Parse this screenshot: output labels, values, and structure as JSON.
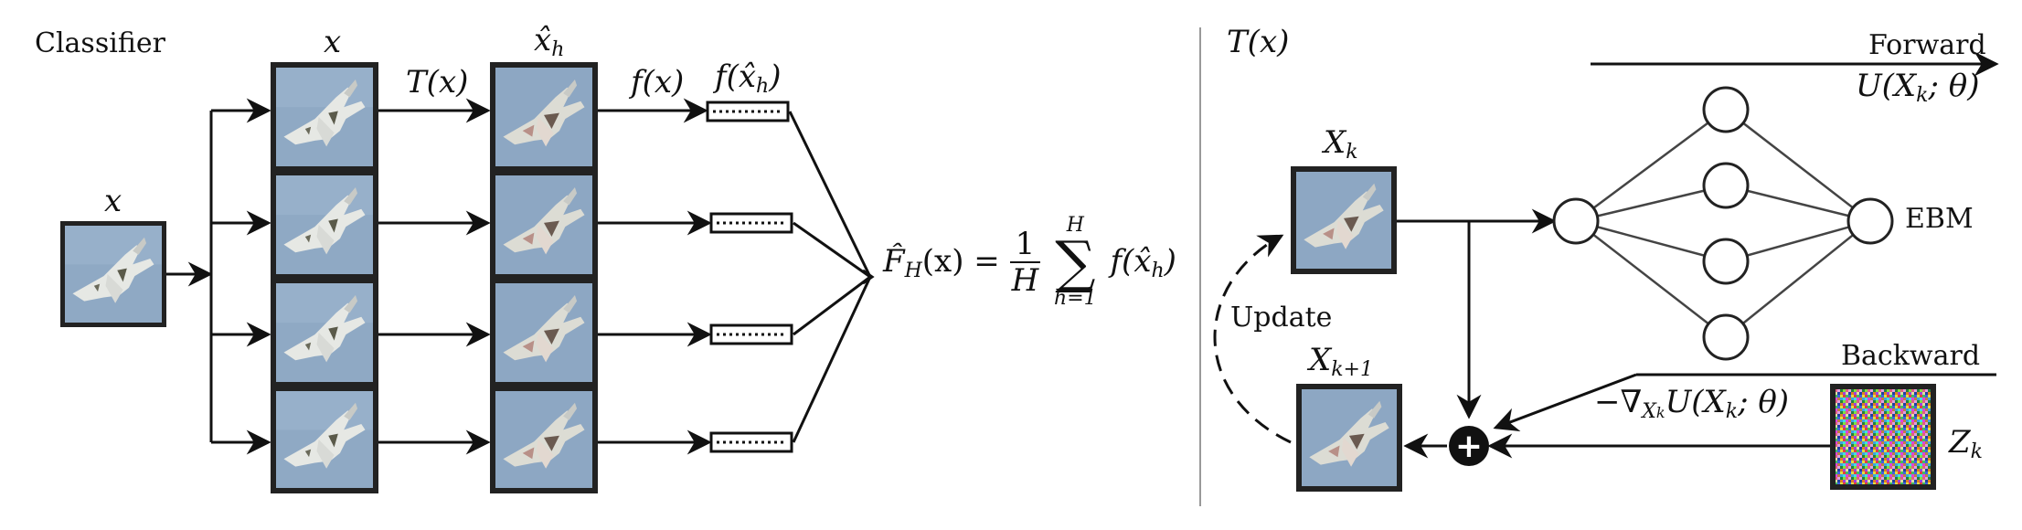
{
  "left_panel": {
    "title": "Classifier",
    "input_label": "x",
    "column_x_label": "x",
    "column_xhat_label": "x̂",
    "column_xhat_sub": "h",
    "arrow_T_label": "T(x)",
    "arrow_f_label": "f(x)",
    "output_label": "f(x̂",
    "output_label_sub": "h",
    "output_label_close": ")",
    "formula": {
      "lhs": "F̂",
      "lhs_sub": "H",
      "lhs_arg": "(x) =",
      "frac_num": "1",
      "frac_den": "H",
      "sum_top": "H",
      "sum_sym": "∑",
      "sum_bot": "h=1",
      "term": "f(x̂",
      "term_sub": "h",
      "term_close": ")"
    },
    "rows": 4
  },
  "right_panel": {
    "title": "T(x)",
    "forward_label": "Forward",
    "energy_label": "U(X",
    "energy_sub": "k",
    "energy_close": "; θ)",
    "xk_label": "X",
    "xk_sub": "k",
    "xk1_label": "X",
    "xk1_sub": "k+1",
    "ebm_label": "EBM",
    "update_label": "Update",
    "backward_label": "Backward",
    "grad_label": "−∇",
    "grad_sub": "X",
    "grad_subsub": "k",
    "grad_rest": "U(X",
    "grad_rest_sub": "k",
    "grad_close": "; θ)",
    "noise_label": "Z",
    "noise_sub": "k",
    "plus_symbol": "+"
  },
  "colors": {
    "sky": "#8fa9c4",
    "plane": "#e6e8e4",
    "frame": "#222222",
    "line": "#111111",
    "node_edge": "#444444"
  }
}
